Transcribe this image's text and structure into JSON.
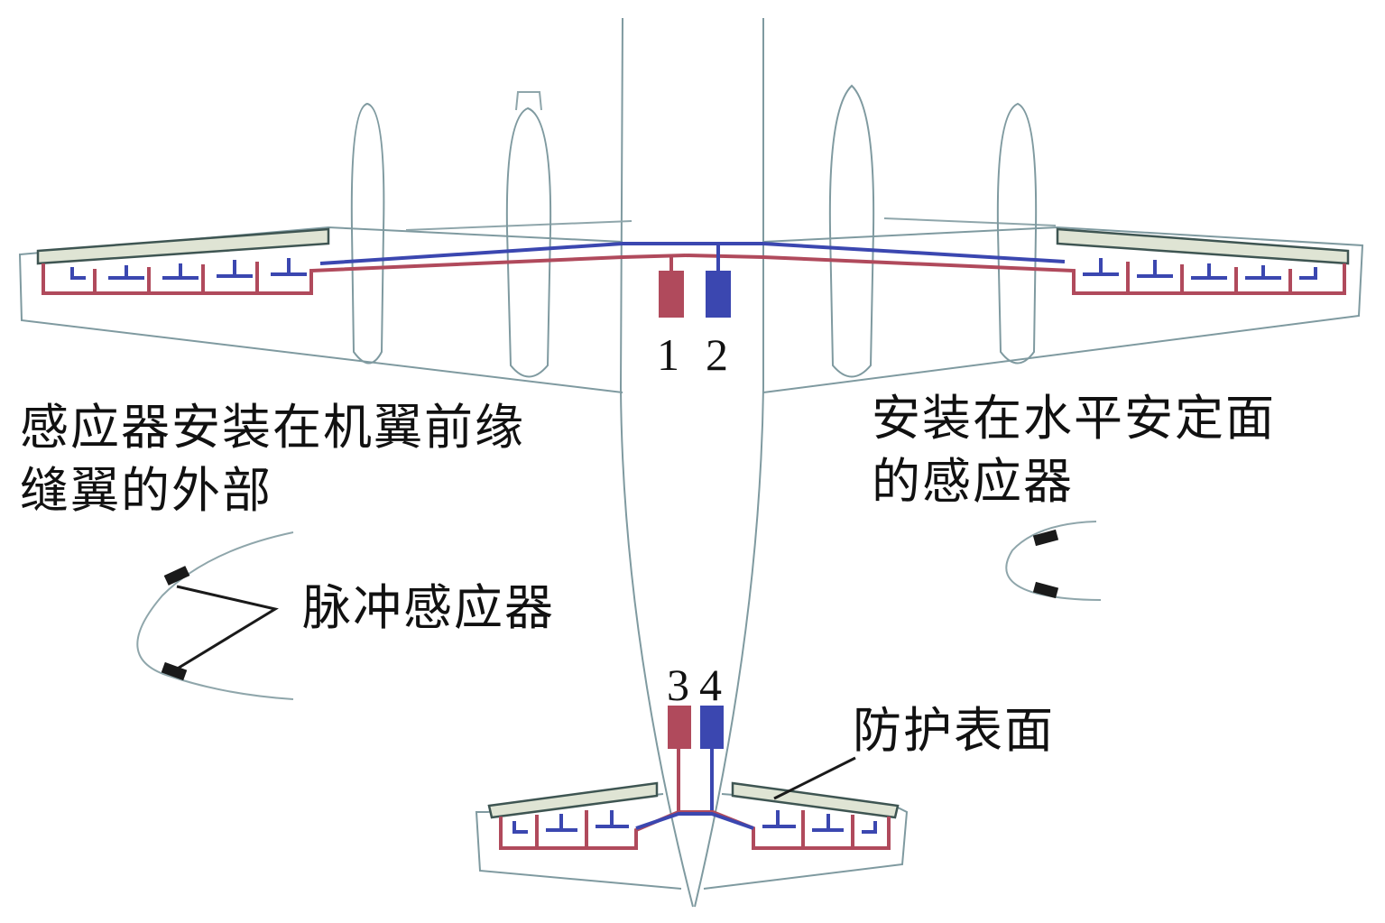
{
  "labels": {
    "wing_sensor_line1": "感应器安装在机翼前缘",
    "wing_sensor_line2": "缝翼的外部",
    "stab_sensor_line1": "安装在水平安定面",
    "stab_sensor_line2": "的感应器",
    "pulse_sensor": "脉冲感应器",
    "protected_surface": "防护表面"
  },
  "units": [
    "1",
    "2",
    "3",
    "4"
  ],
  "colors": {
    "circuit_a": "#b04a5c",
    "circuit_b": "#3b47b0",
    "boot": "#dfe4d4",
    "outline": "#7f9aa0"
  }
}
